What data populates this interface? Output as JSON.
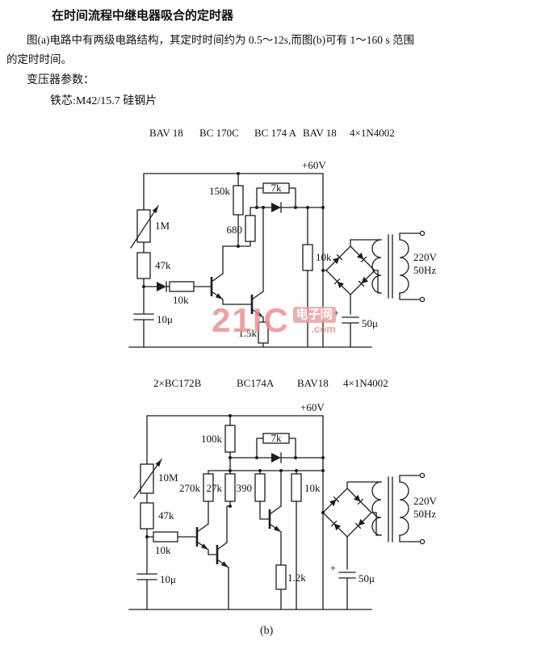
{
  "doc": {
    "title": "在时间流程中继电器吸合的定时器",
    "para_line1": "图(a)电路中有两级电路结构，其定时时间约为 0.5～12s,而图(b)可有 1～160 s 范围",
    "para_line2": "的定时时间。",
    "section_heading": "变压器参数：",
    "core_line": "铁芯:M42/15.7 硅钢片",
    "caption_b": "(b)"
  },
  "watermark": {
    "brand": "21IC",
    "cn": "电子网",
    "domain": ".com",
    "color": "#e9908f"
  },
  "circuit_a": {
    "parts_header": [
      "BAV 18",
      "BC 170C",
      "BC 174 A",
      "BAV 18",
      "4×1N4002"
    ],
    "supply": "+60V",
    "r_150k": "150k",
    "r_7k": "7k",
    "r_680": "680",
    "pot_1m": "1M",
    "r_47k": "47k",
    "r_10k_base": "10k",
    "r_10k_load": "10k",
    "c_10u": "10μ",
    "r_1k5": "1.5k",
    "plus": "+",
    "c_50u": "50μ",
    "ac_v": "220V",
    "ac_f": "50Hz"
  },
  "circuit_b": {
    "parts_header": [
      "2×BC172B",
      "BC174A",
      "BAV18",
      "4×1N4002"
    ],
    "supply": "+60V",
    "r_100k": "100k",
    "r_7k": "7k",
    "pot_10m": "10M",
    "r_47k": "47k",
    "r_270k": "270k",
    "r_27k": "27k",
    "r_390": "390",
    "r_10k_load": "10k",
    "r_10k_base": "10k",
    "c_10u": "10μ",
    "r_1k2": "1.2k",
    "plus": "+",
    "c_50u": "50μ",
    "ac_v": "220V",
    "ac_f": "50Hz"
  }
}
